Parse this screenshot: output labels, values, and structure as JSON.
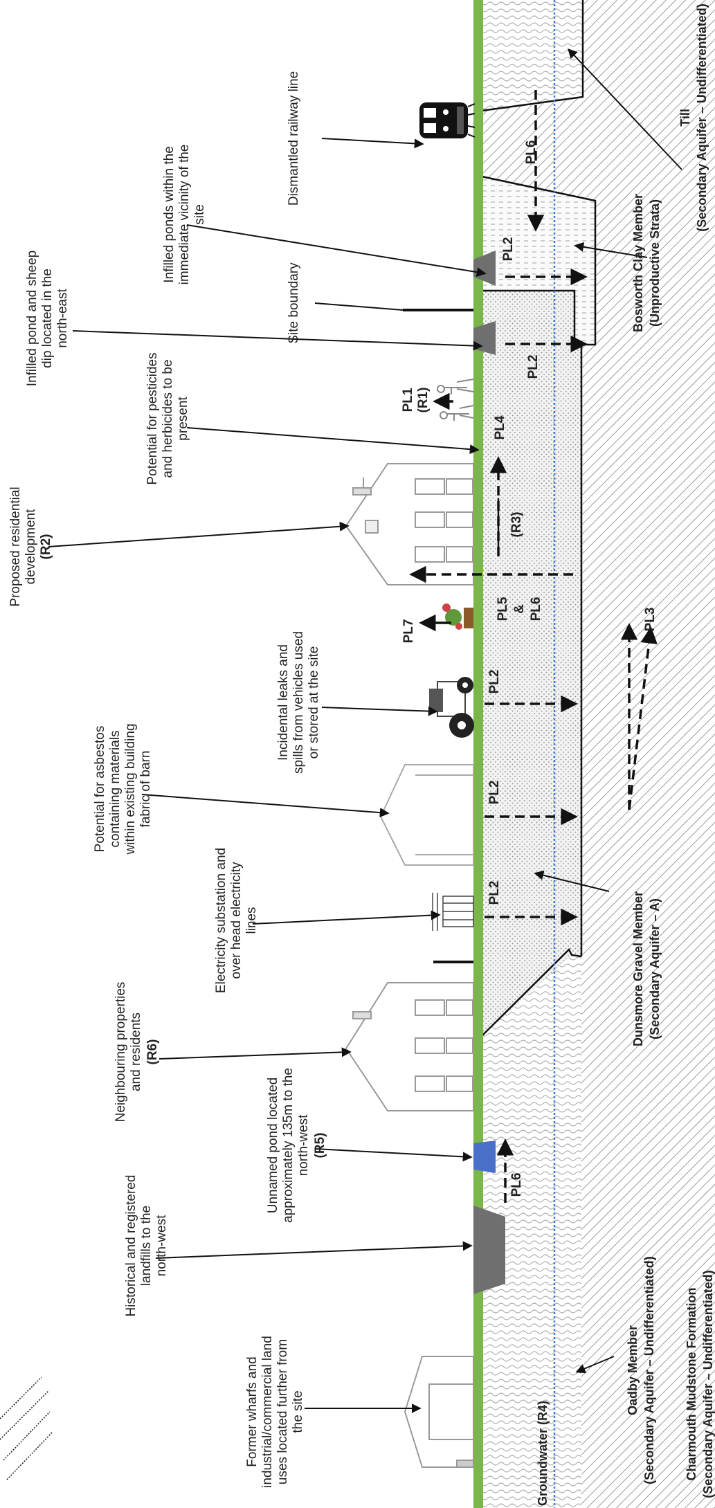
{
  "colors": {
    "ground_surface": "#7ab648",
    "groundwater_line": "#3a7fd5",
    "pond_blue": "#4a6fc9",
    "landfill_grey": "#6f6f6f",
    "geology_hatch": "#9a9a9a"
  },
  "labels": {
    "railway": "Dismantled railway line",
    "infilled_ponds": "Infilled ponds within the immediate vicinity of the site",
    "site_boundary": "Site boundary",
    "infilled_pond_sheep": "Infilled pond and sheep dip located in the north-east",
    "pesticides": "Potential for pesticides and herbicides to be present",
    "proposed_dev": "Proposed residential development",
    "proposed_dev_tag": "(R2)",
    "leaks": "Incidental leaks and spills from vehicles used or stored at the site",
    "asbestos": "Potential for asbestos containing materials within existing building fabric of barn",
    "substation": "Electricity substation and over head electricity lines",
    "neighbours": "Neighbouring properties and residents",
    "neighbours_tag": "(R6)",
    "pond": "Unnamed pond located approximately 135m to the north-west",
    "pond_tag": "(R5)",
    "landfills": "Historical and registered landfills to the north-west",
    "wharfs": "Former wharfs and industrial/commercial land uses located further from the site",
    "groundwater": "Groundwater (R4)"
  },
  "geology": {
    "till_1": "Till",
    "till_2": "(Secondary Aquifer – Undifferentiated)",
    "bosworth_1": "Bosworth Clay Member",
    "bosworth_2": "(Unproductive Strata)",
    "dunsmore_1": "Dunsmore Gravel Member",
    "dunsmore_2": "(Secondary Aquifer – A)",
    "oadby_1": "Oadby Member",
    "oadby_2": "(Secondary Aquifer – Undifferentiated)",
    "charmouth_1": "Charmouth Mudstone Formation",
    "charmouth_2": "(Secondary Aquifer – Undifferentiated)"
  },
  "pathways": {
    "pl1": "PL1",
    "r1": "(R1)",
    "pl2": "PL2",
    "pl3": "PL3",
    "pl4": "PL4",
    "r3": "(R3)",
    "pl5": "PL5",
    "amp": "&",
    "pl6": "PL6",
    "pl7": "PL7"
  }
}
